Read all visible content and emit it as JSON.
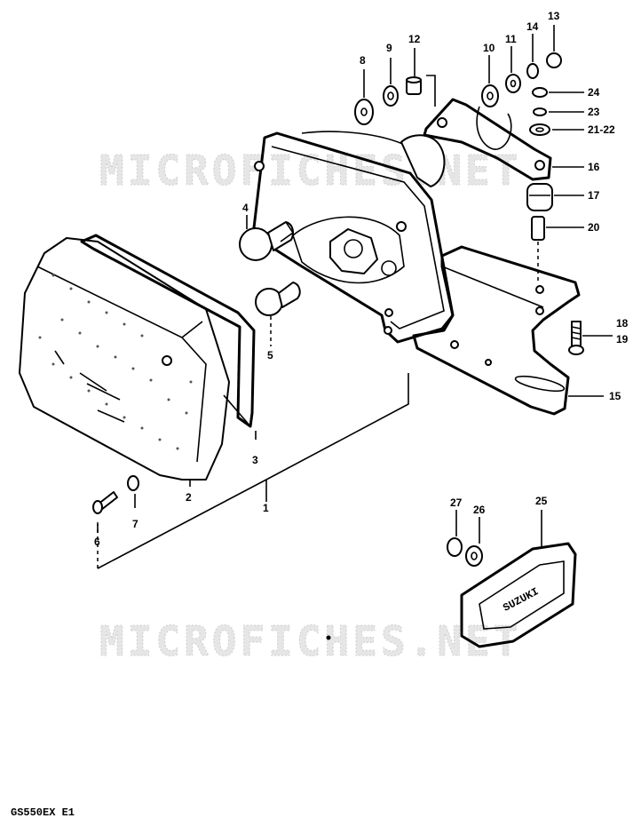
{
  "watermark": "MICROFICHES.NET",
  "model_code": "GS550EX  E1",
  "badge_text": "SUZUKI",
  "parts": [
    {
      "n": "1"
    },
    {
      "n": "2"
    },
    {
      "n": "3"
    },
    {
      "n": "4"
    },
    {
      "n": "5"
    },
    {
      "n": "6"
    },
    {
      "n": "7"
    },
    {
      "n": "8"
    },
    {
      "n": "9"
    },
    {
      "n": "10"
    },
    {
      "n": "11"
    },
    {
      "n": "12"
    },
    {
      "n": "13"
    },
    {
      "n": "14"
    },
    {
      "n": "15"
    },
    {
      "n": "16"
    },
    {
      "n": "17"
    },
    {
      "n": "18"
    },
    {
      "n": "19"
    },
    {
      "n": "20"
    },
    {
      "n": "21-22"
    },
    {
      "n": "23"
    },
    {
      "n": "24"
    },
    {
      "n": "25"
    },
    {
      "n": "26"
    },
    {
      "n": "27"
    }
  ]
}
